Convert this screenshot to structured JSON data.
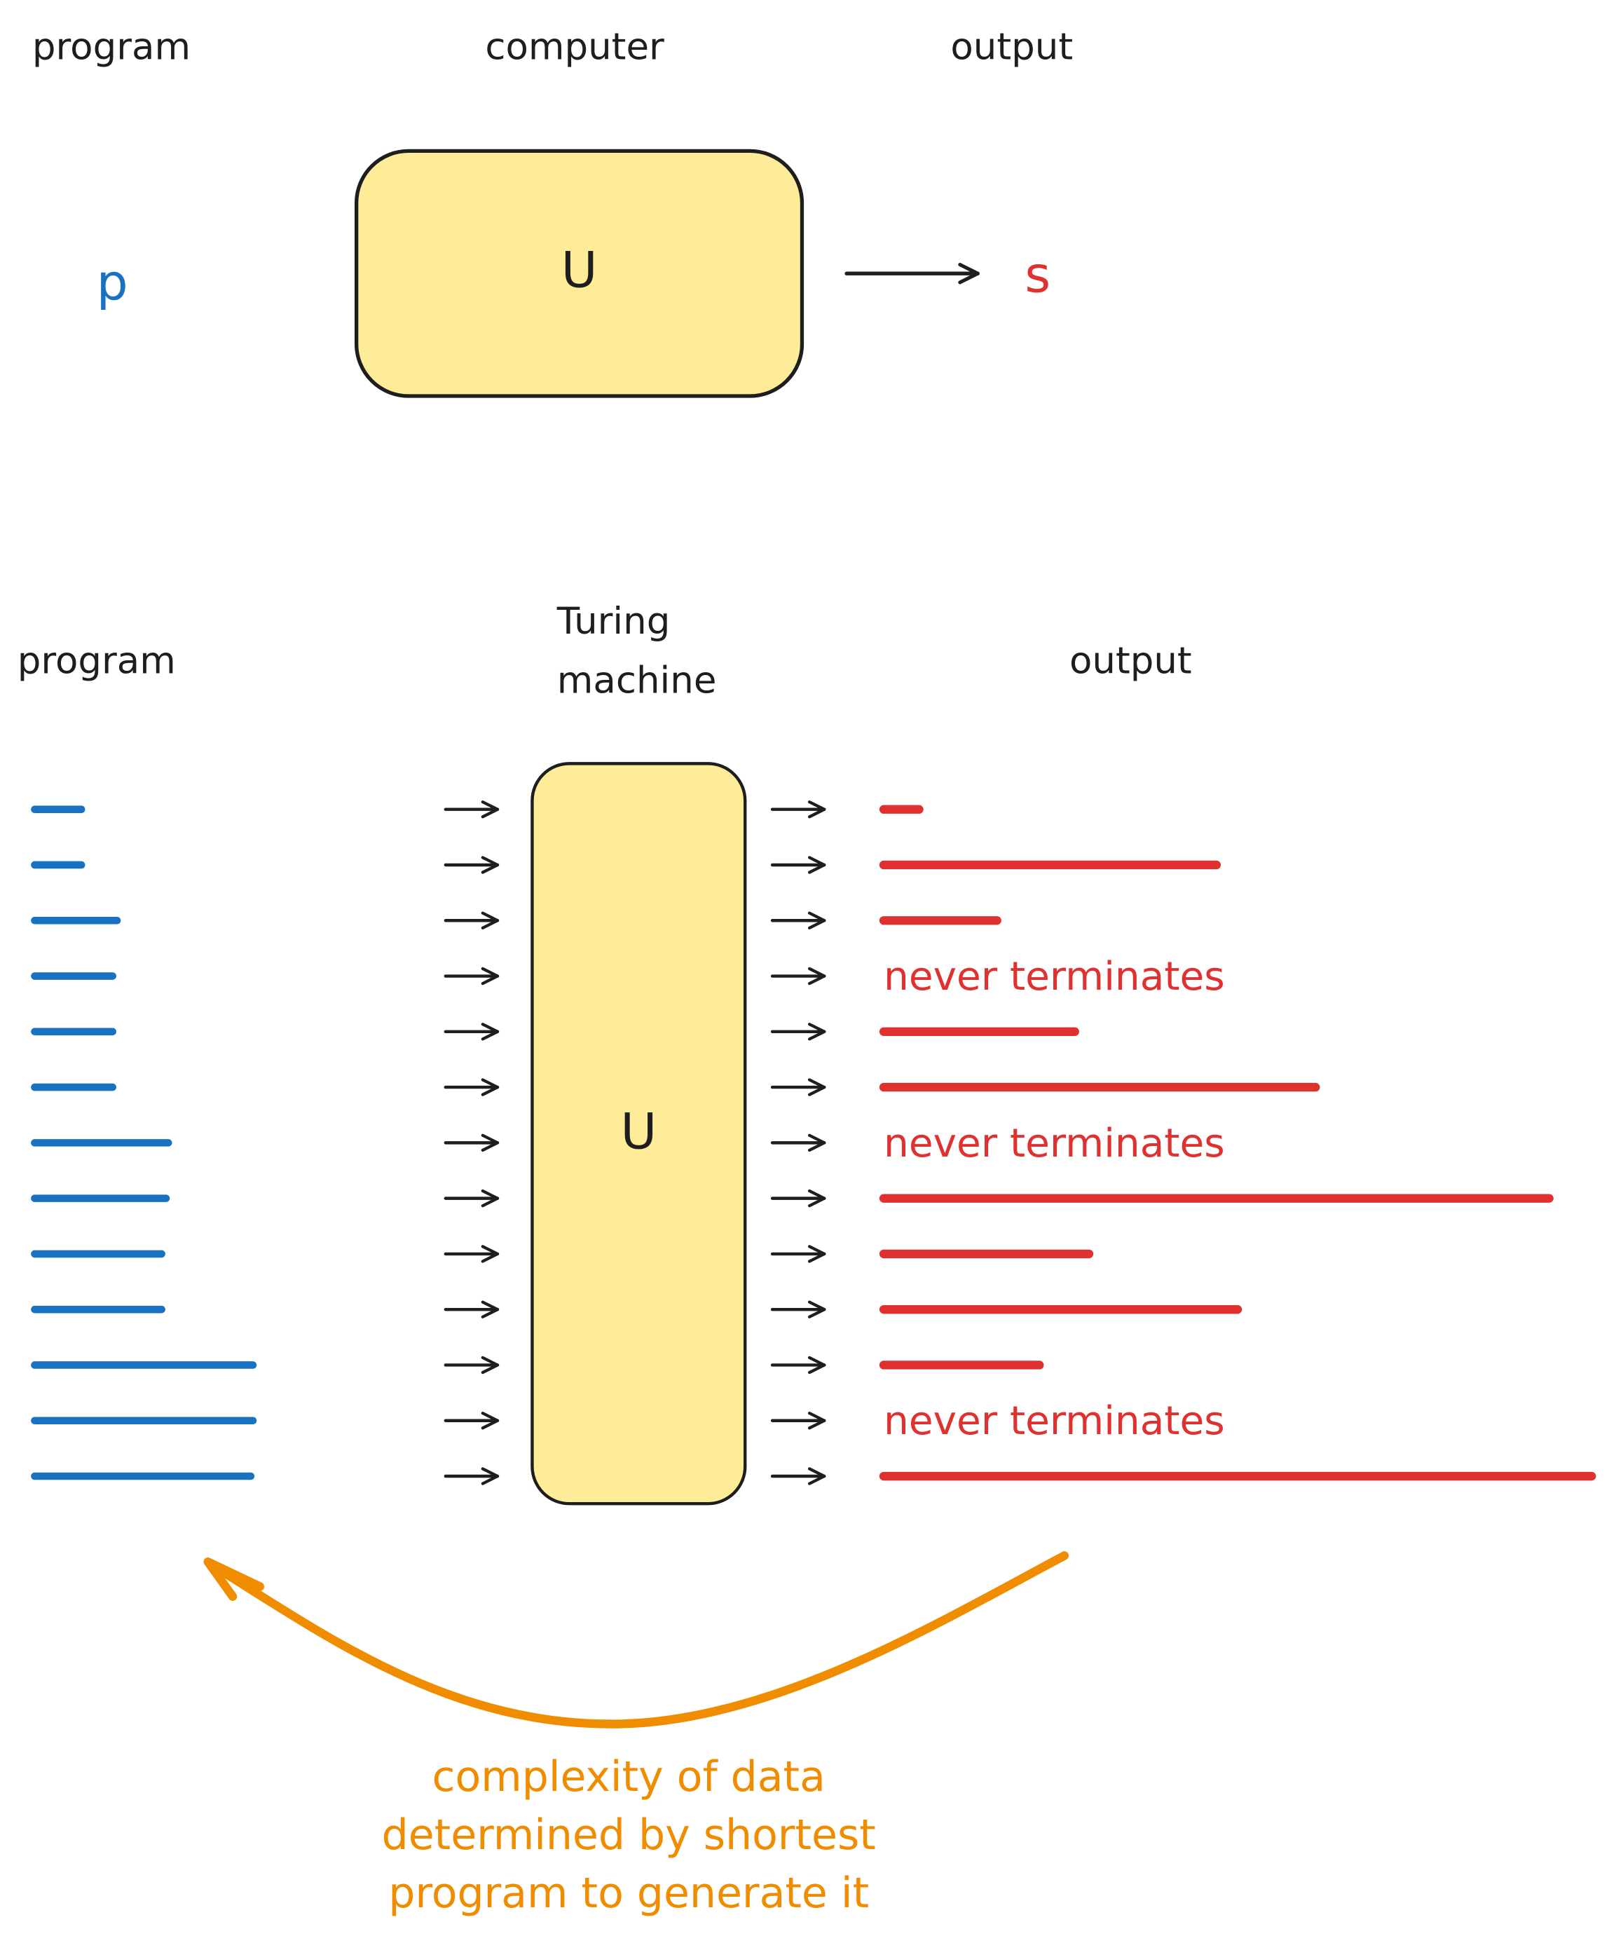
{
  "colors": {
    "program": "#1971c2",
    "output": "#e03131",
    "annotation": "#f08c00",
    "machine_fill": "#ffec99",
    "stroke": "#1e1e1e"
  },
  "top_diagram": {
    "program_label": "program",
    "computer_label": "computer",
    "output_label": "output",
    "program_symbol": "p",
    "machine_symbol": "U",
    "output_symbol": "s"
  },
  "bottom_diagram": {
    "program_label": "program",
    "machine_label_line1": "Turing",
    "machine_label_line2": "machine",
    "output_label": "output",
    "machine_symbol": "U",
    "rows": [
      {
        "program_length": 0.21,
        "output": "line",
        "output_length": 0.05
      },
      {
        "program_length": 0.21,
        "output": "line",
        "output_length": 0.47
      },
      {
        "program_length": 0.37,
        "output": "line",
        "output_length": 0.16
      },
      {
        "program_length": 0.35,
        "output": "text",
        "output_text": "never terminates"
      },
      {
        "program_length": 0.35,
        "output": "line",
        "output_length": 0.27
      },
      {
        "program_length": 0.35,
        "output": "line",
        "output_length": 0.61
      },
      {
        "program_length": 0.6,
        "output": "text",
        "output_text": "never terminates"
      },
      {
        "program_length": 0.59,
        "output": "line",
        "output_length": 0.94
      },
      {
        "program_length": 0.57,
        "output": "line",
        "output_length": 0.29
      },
      {
        "program_length": 0.57,
        "output": "line",
        "output_length": 0.5
      },
      {
        "program_length": 0.98,
        "output": "line",
        "output_length": 0.22
      },
      {
        "program_length": 0.98,
        "output": "text",
        "output_text": "never terminates"
      },
      {
        "program_length": 0.97,
        "output": "line",
        "output_length": 1.0
      }
    ]
  },
  "annotation": {
    "lines": [
      "complexity of data",
      "determined by shortest",
      "program to generate it"
    ]
  }
}
